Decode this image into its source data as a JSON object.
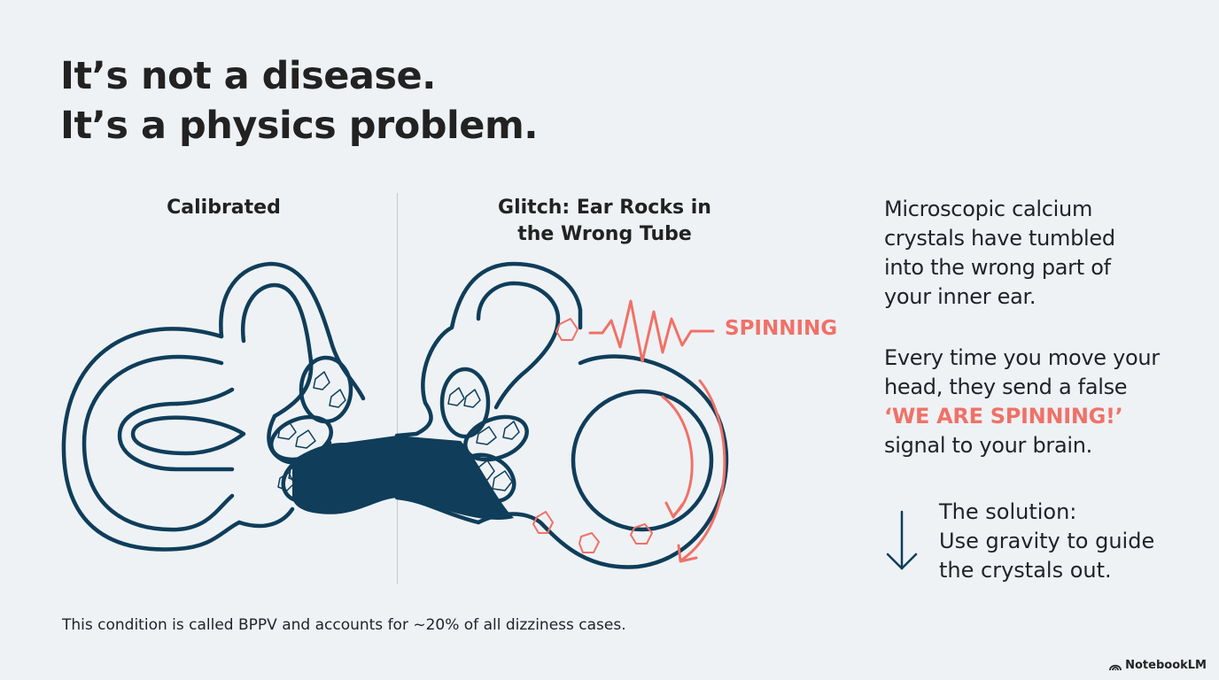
{
  "title": {
    "line1": "It’s not a disease.",
    "line2": "It’s a physics problem."
  },
  "panels": {
    "left_label": "Calibrated",
    "right_label_line1": "Glitch: Ear Rocks in",
    "right_label_line2": "the Wrong Tube",
    "spinning_tag": "SPINNING"
  },
  "side": {
    "para1": [
      "Microscopic calcium",
      "crystals have tumbled",
      "into the wrong part of",
      "your inner ear."
    ],
    "para2_line1": "Every time you move your",
    "para2_line2": "head, they send a false",
    "para2_highlight": "‘WE ARE SPINNING!’",
    "para2_line4": "signal to your brain.",
    "solution": [
      "The solution:",
      "Use gravity to guide",
      "the crystals out."
    ]
  },
  "footer": "This condition is called BPPV and accounts for ~20% of all dizziness cases.",
  "brand": "NotebookLM",
  "colors": {
    "navy": "#0f3d5a",
    "coral": "#f07167",
    "background": "#eef2f5"
  }
}
